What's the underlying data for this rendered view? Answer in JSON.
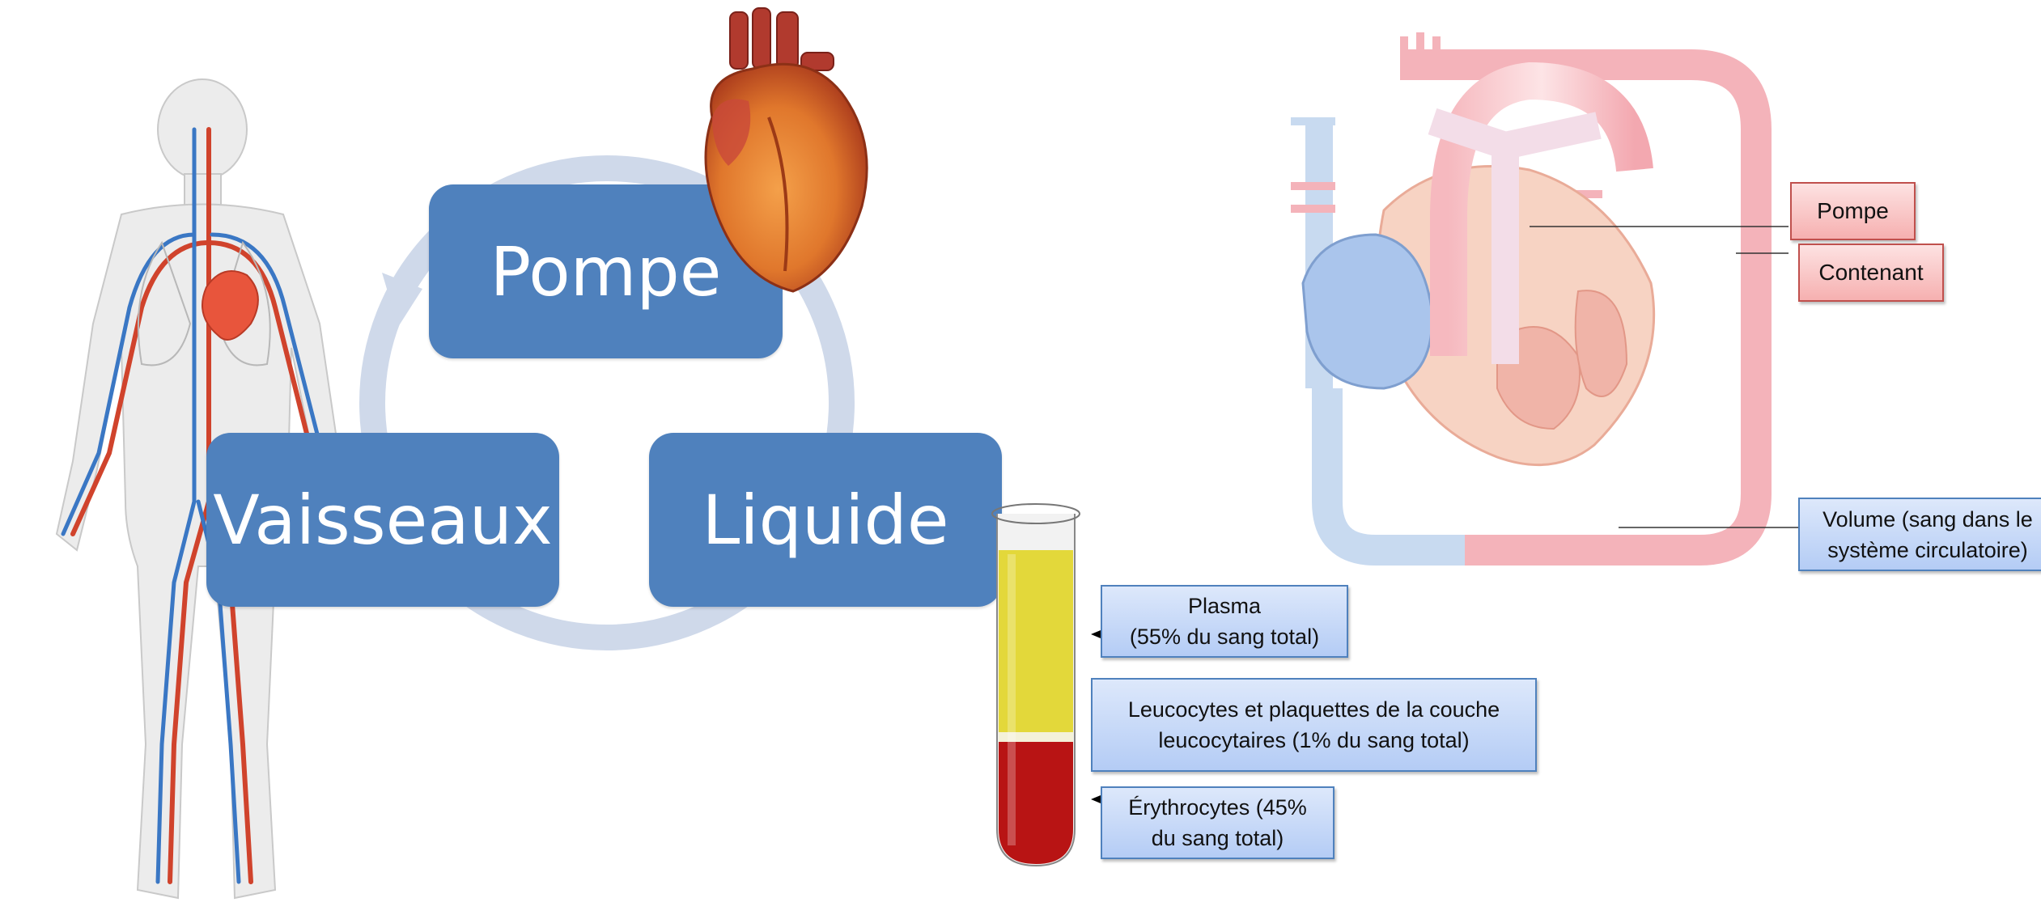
{
  "cycle": {
    "pump_label": "Pompe",
    "fluid_label": "Liquide",
    "vessels_label": "Vaisseaux"
  },
  "blood_tube": {
    "plasma_line1": "Plasma",
    "plasma_line2": "(55% du sang total)",
    "buffy_line1": "Leucocytes et plaquettes de la couche",
    "buffy_line2": "leucocytaires (1% du sang total)",
    "rbc_line1": "Érythrocytes (45%",
    "rbc_line2": "du sang total)"
  },
  "heart_diagram": {
    "pump_label": "Pompe",
    "container_label": "Contenant",
    "volume_line1": "Volume (sang dans le",
    "volume_line2": "système circulatoire)"
  },
  "colors": {
    "box_blue": "#4f81bd",
    "plasma_yellow": "#e3d83a",
    "blood_red": "#b81414"
  }
}
